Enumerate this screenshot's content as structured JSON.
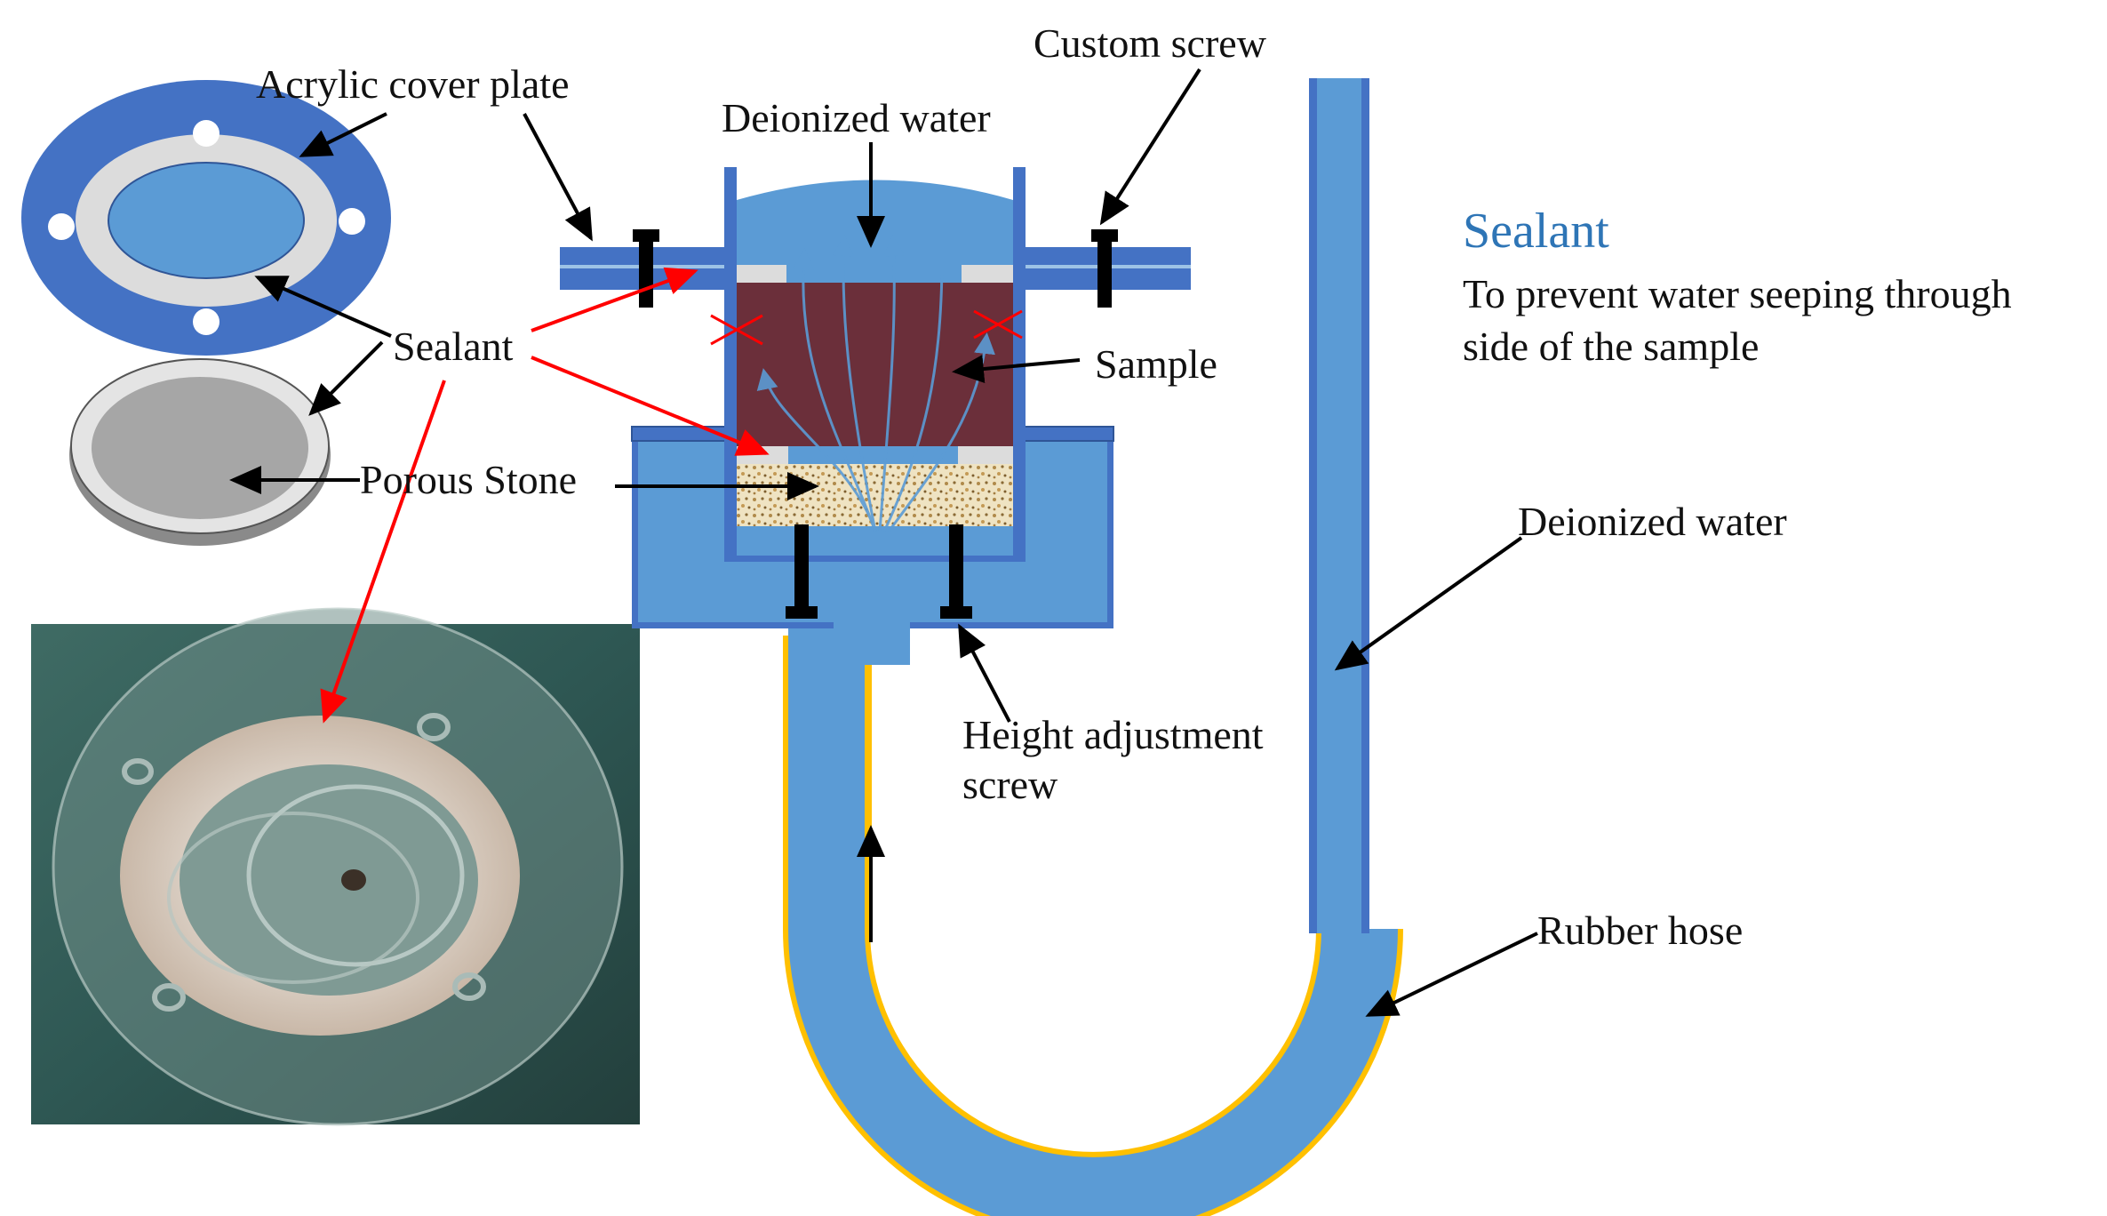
{
  "labels": {
    "custom_screw": "Custom screw",
    "acrylic_cover_plate": "Acrylic cover plate",
    "deionized_water_top": "Deionized water",
    "sealant_left": "Sealant",
    "sample": "Sample",
    "porous_stone": "Porous Stone",
    "height_adjustment_line1": "Height adjustment",
    "height_adjustment_line2": "screw",
    "deionized_water_right": "Deionized water",
    "rubber_hose": "Rubber hose"
  },
  "sealant_note": {
    "title": "Sealant",
    "line1": "To prevent water seeping through",
    "line2": "side of the sample"
  },
  "colors": {
    "water": "#5b9bd5",
    "plate_dark": "#4472c4",
    "sample": "#6b2f3a",
    "porous_stone": "#efe3c2",
    "sealant_gray": "#dcdcdc",
    "rubber_hose": "#ffc000",
    "pointer_red": "#ff0000",
    "note_title": "#2e75b6"
  }
}
